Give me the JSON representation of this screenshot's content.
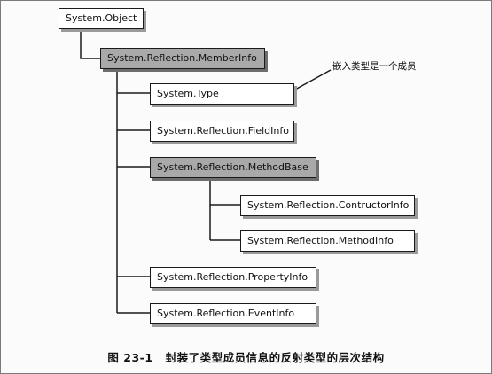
{
  "nodes": {
    "object": "System.Object",
    "memberinfo": "System.Reflection.MemberInfo",
    "type": "System.Type",
    "fieldinfo": "System.Reflection.FieldInfo",
    "methodbase": "System.Reflection.MethodBase",
    "constructorinfo": "System.Reflection.ContructorInfo",
    "methodinfo": "System.Reflection.MethodInfo",
    "propertyinfo": "System.Reflection.PropertyInfo",
    "eventinfo": "System.Reflection.EventInfo"
  },
  "annotation": "嵌入类型是一个成员",
  "caption": {
    "number": "图 23-1",
    "text": "封装了类型成员信息的反射类型的层次结构"
  },
  "colors": {
    "shaded_fill": "#a9a9a9",
    "plain_fill": "#ffffff",
    "line": "#1a1a1a"
  }
}
